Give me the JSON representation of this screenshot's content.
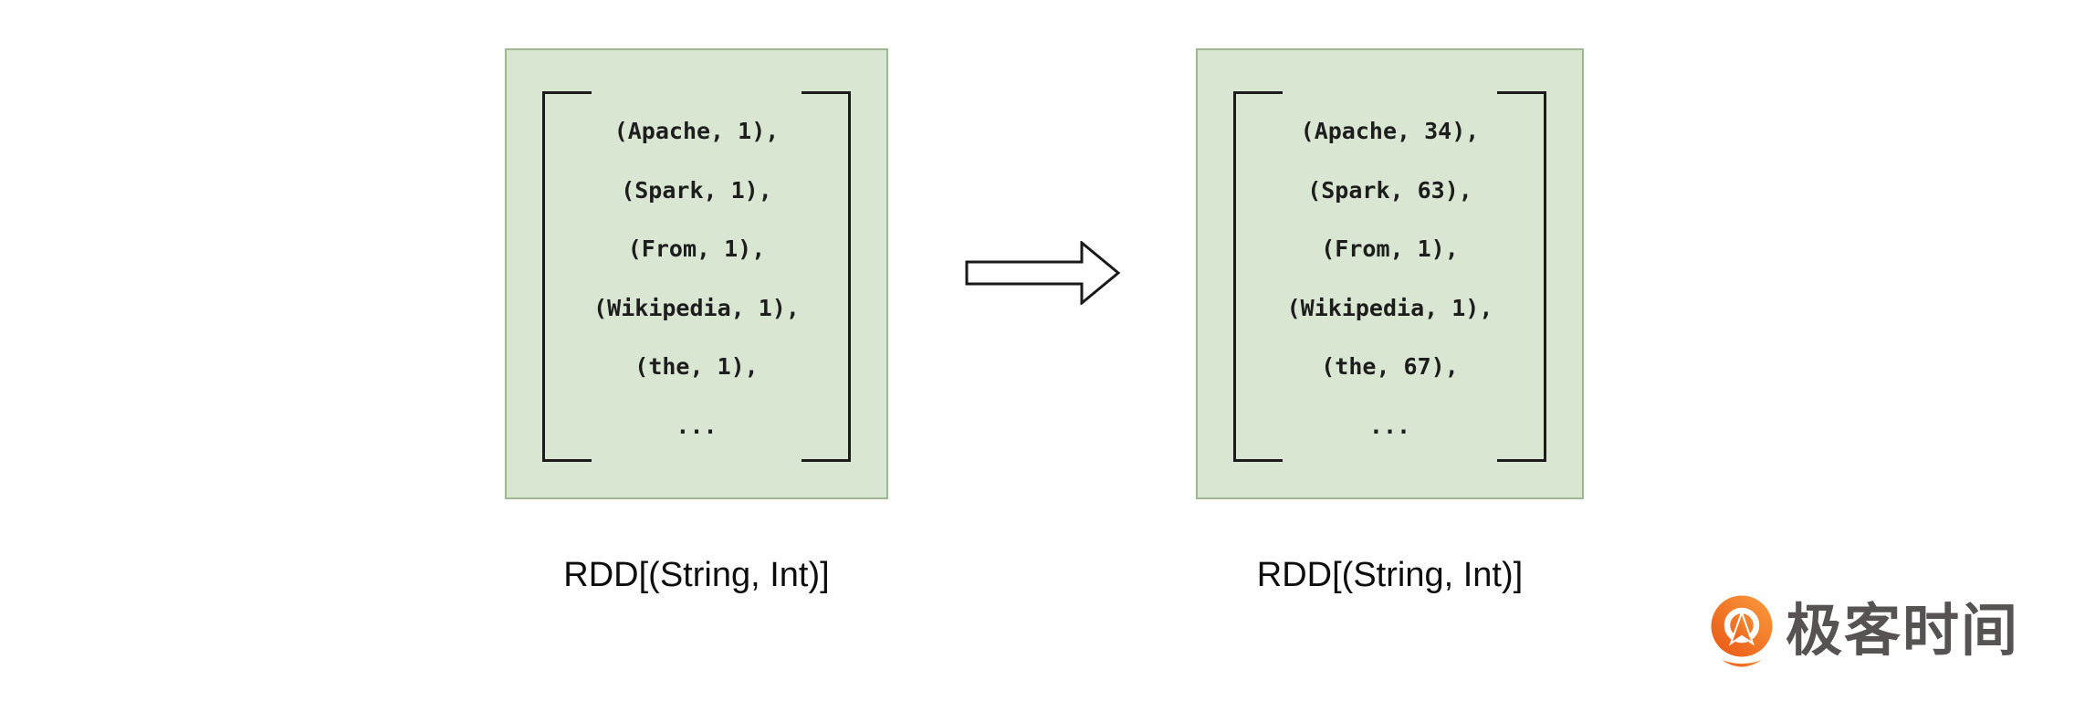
{
  "diagram": {
    "boxes": [
      {
        "name": "rdd-before",
        "rows": [
          "(Apache, 1),",
          "(Spark, 1),",
          "(From, 1),",
          "(Wikipedia, 1),",
          "(the, 1),",
          "..."
        ],
        "label": "RDD[(String, Int)]"
      },
      {
        "name": "rdd-after",
        "rows": [
          "(Apache, 34),",
          "(Spark, 63),",
          "(From, 1),",
          "(Wikipedia, 1),",
          "(the, 67),",
          "..."
        ],
        "label": "RDD[(String, Int)]"
      }
    ],
    "arrow": "right-arrow"
  },
  "branding": {
    "logo_text": "极客时间"
  },
  "colors": {
    "box_fill": "#d9e7d2",
    "box_border": "#9cb88c",
    "bracket_text": "#1d1d1d",
    "logo_orange_light": "#f99d3e",
    "logo_orange_dark": "#e95514",
    "logo_text_gray": "#575353"
  }
}
